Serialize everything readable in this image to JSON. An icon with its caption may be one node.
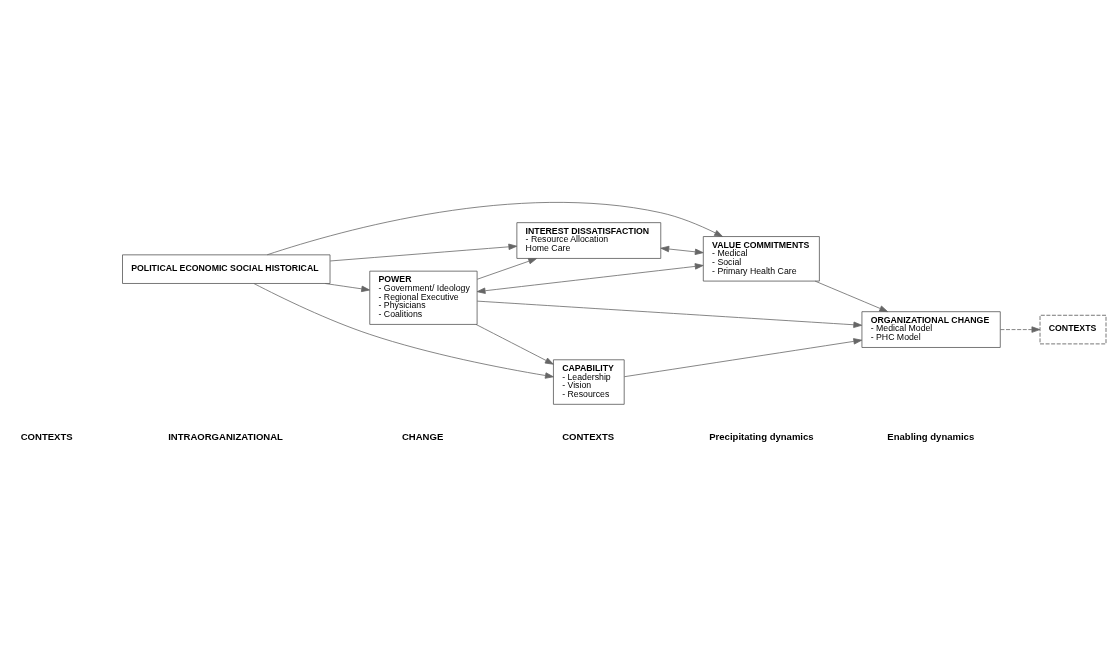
{
  "diagram": {
    "nodes": [
      {
        "text": [
          "POLITICAL ECONOMIC SOCIAL HISTORICAL"
        ]
      },
      {
        "text": [
          "POWER",
          "- Government/ Ideology",
          "- Regional Executive",
          "- Physicians",
          "- Coalitions"
        ]
      },
      {
        "text": [
          "INTEREST DISSATISFACTION",
          "- Resource Allocation",
          "Home Care"
        ]
      },
      {
        "text": [
          "VALUE COMMITMENTS",
          "- Medical",
          "- Social",
          "- Primary Health Care"
        ]
      },
      {
        "text": [
          "CAPABILITY",
          "- Leadership",
          "- Vision",
          "- Resources"
        ]
      },
      {
        "text": [
          "ORGANIZATIONAL CHANGE",
          "- Medical Model",
          "- PHC Model"
        ]
      },
      {
        "text": [
          "CONTEXTS"
        ]
      }
    ],
    "edges": [
      {
        "from": 0,
        "to": 1,
        "arrow": "to"
      },
      {
        "from": 0,
        "to": 2,
        "arrow": "to"
      },
      {
        "from": 0,
        "to": 3,
        "arrow": "to"
      },
      {
        "from": 0,
        "to": 4,
        "arrow": "to"
      },
      {
        "from": 1,
        "to": 2,
        "arrow": "to"
      },
      {
        "from": 2,
        "to": 3,
        "arrow": "both"
      },
      {
        "from": 1,
        "to": 3,
        "arrow": "both"
      },
      {
        "from": 3,
        "to": 5,
        "arrow": "to"
      },
      {
        "from": 1,
        "to": 5,
        "arrow": "to"
      },
      {
        "from": 4,
        "to": 5,
        "arrow": "to"
      },
      {
        "from": 1,
        "to": 4,
        "arrow": "to"
      },
      {
        "from": 5,
        "to": 6,
        "arrow": "to",
        "style": "dashed"
      }
    ],
    "labels": [
      "CONTEXTS",
      "INTRAORGANIZATIONAL",
      "CHANGE",
      "CONTEXTS",
      "Precipitating dynamics",
      "Enabling dynamics"
    ]
  }
}
